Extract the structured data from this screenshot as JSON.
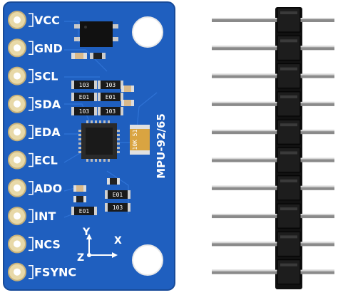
{
  "board": {
    "pcb_color": "#1f5fbf",
    "pin_labels": [
      "VCC",
      "GND",
      "SCL",
      "SDA",
      "EDA",
      "ECL",
      "ADO",
      "INT",
      "NCS",
      "FSYNC"
    ],
    "model_label": "MPU-92/65",
    "axis_labels": {
      "y": "Y",
      "x": "X",
      "z": "Z"
    },
    "resistor_codes": [
      "103",
      "103",
      "103",
      "103",
      "103",
      "E01",
      "E01",
      "E01",
      "E01"
    ],
    "cap_marking": "10K 51"
  },
  "header_pins": {
    "count": 10,
    "color": "#111111"
  }
}
